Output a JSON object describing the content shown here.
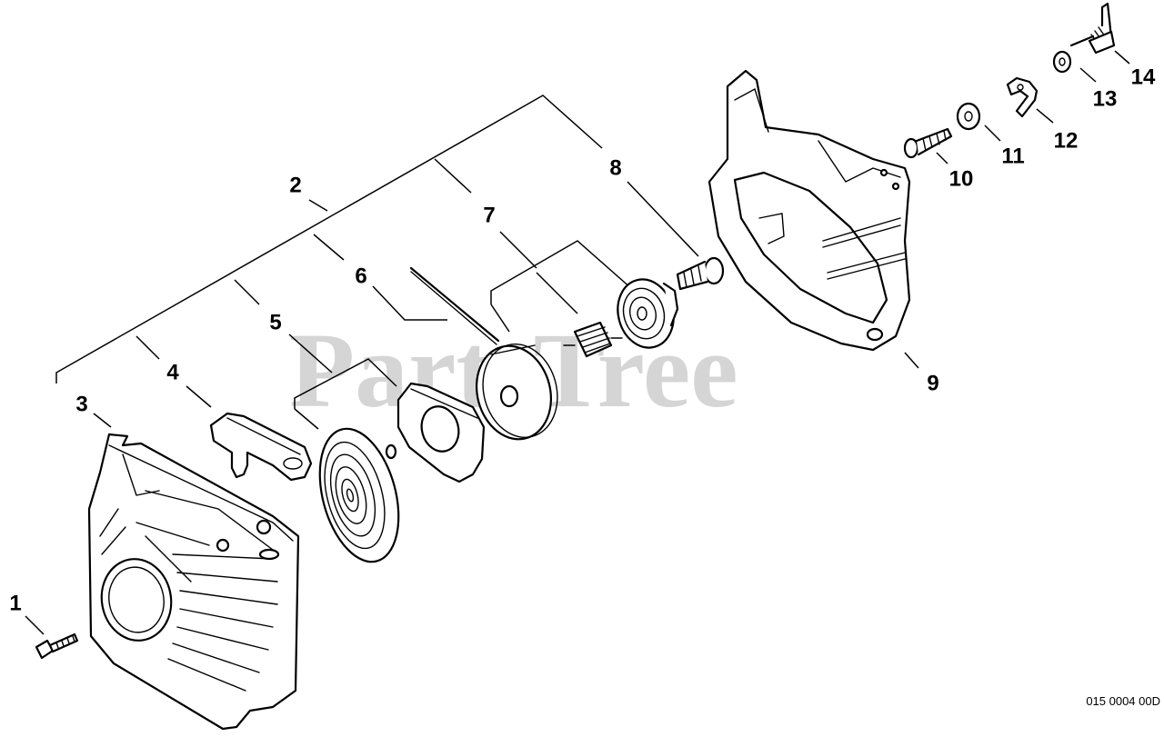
{
  "watermark": {
    "text": "PartsTree",
    "trademark": "™"
  },
  "reference_code": "015 0004 00D",
  "callouts": [
    {
      "id": "1",
      "label": "1"
    },
    {
      "id": "2",
      "label": "2"
    },
    {
      "id": "3",
      "label": "3"
    },
    {
      "id": "4",
      "label": "4"
    },
    {
      "id": "5",
      "label": "5"
    },
    {
      "id": "6",
      "label": "6"
    },
    {
      "id": "7",
      "label": "7"
    },
    {
      "id": "8",
      "label": "8"
    },
    {
      "id": "9",
      "label": "9"
    },
    {
      "id": "10",
      "label": "10"
    },
    {
      "id": "11",
      "label": "11"
    },
    {
      "id": "12",
      "label": "12"
    },
    {
      "id": "13",
      "label": "13"
    },
    {
      "id": "14",
      "label": "14"
    }
  ]
}
